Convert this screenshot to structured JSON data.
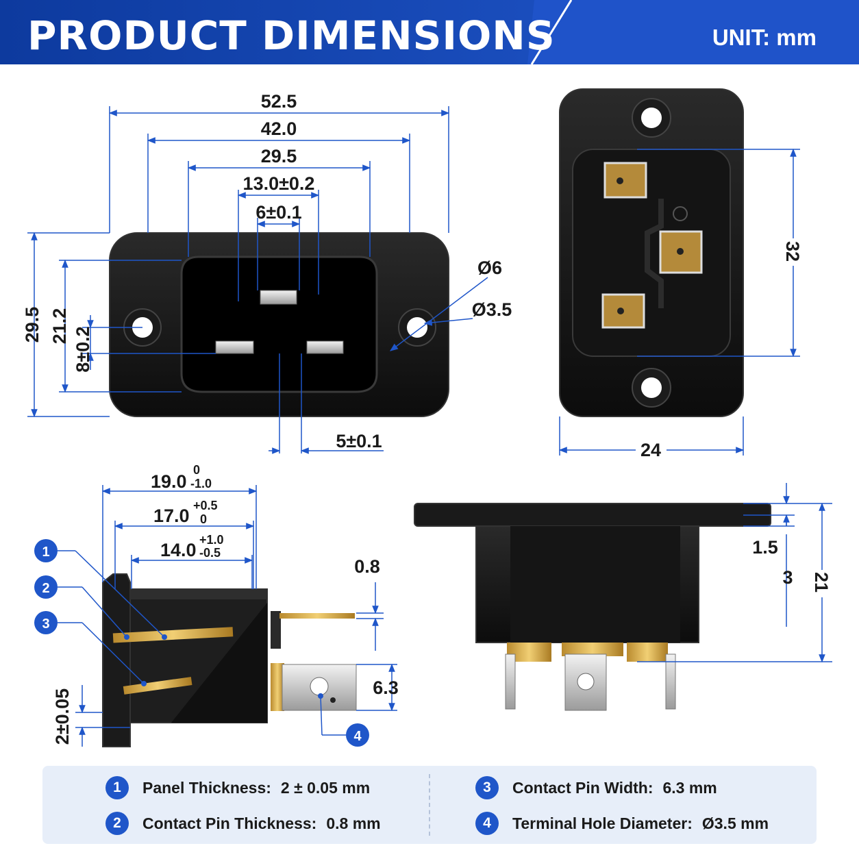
{
  "header": {
    "title": "PRODUCT DIMENSIONS",
    "unit": "UNIT: mm",
    "colors": {
      "primary": "#1f4fc4",
      "dark": "#0b2f8a"
    }
  },
  "front_view": {
    "overall_width": "52.5",
    "hole_spacing": "42.0",
    "cavity_width": "29.5",
    "outer_pin_spacing": "13.0±0.2",
    "top_pin_width": "6±0.1",
    "overall_height": "29.5",
    "cavity_height": "21.2",
    "hole_offset": "8±0.2",
    "lower_pin_width": "5±0.1",
    "hole_diameter_outer": "Ø6",
    "hole_diameter_inner": "Ø3.5"
  },
  "rear_view": {
    "terminal_height": "32",
    "body_width": "24"
  },
  "side_view": {
    "dim_total": "19.0",
    "dim_total_tol_upper": "0",
    "dim_total_tol_lower": "-1.0",
    "dim_mid": "17.0",
    "dim_mid_tol_upper": "+0.5",
    "dim_mid_tol_lower": "0",
    "dim_inner": "14.0",
    "dim_inner_tol_upper": "+1.0",
    "dim_inner_tol_lower": "-0.5",
    "pin_thickness": "0.8",
    "pin_width": "6.3",
    "panel_thickness": "2±0.05",
    "callouts": [
      "1",
      "2",
      "3",
      "4"
    ]
  },
  "bottom_view": {
    "flange_thickness": "1.5",
    "step_height": "3",
    "total_height": "21"
  },
  "legend": [
    {
      "num": "1",
      "label": "Panel Thickness:",
      "value": "2 ± 0.05 mm"
    },
    {
      "num": "2",
      "label": "Contact Pin Thickness:",
      "value": "0.8 mm"
    },
    {
      "num": "3",
      "label": "Contact Pin Width:",
      "value": "6.3 mm"
    },
    {
      "num": "4",
      "label": "Terminal Hole Diameter:",
      "value": "Ø3.5 mm"
    }
  ]
}
